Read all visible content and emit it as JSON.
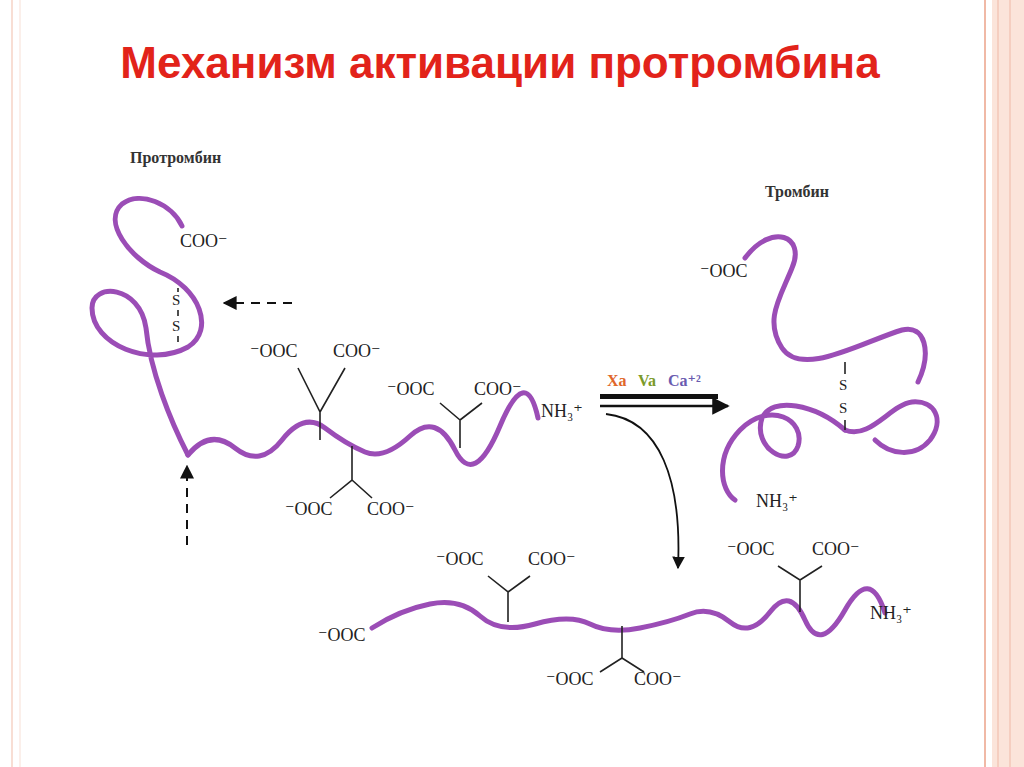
{
  "diagram": {
    "title": "Механизм активации протромбина",
    "labels": [
      "Протромбин",
      "COO⁻",
      "S",
      "S",
      "⁻OOC",
      "COO⁻",
      "⁻OOC",
      "COO⁻",
      "NH₃⁺",
      "⁻OOC",
      "COO⁻",
      "Тромбин",
      "⁻OOC",
      "S",
      "S",
      "NH₃⁺",
      "Xa",
      "Va",
      "Ca⁺²",
      "⁻OOC",
      "COO⁻",
      "⁻OOC",
      "COO⁻",
      "NH₃⁺",
      "⁻OOC",
      "⁻OOC",
      "COO⁻"
    ]
  }
}
